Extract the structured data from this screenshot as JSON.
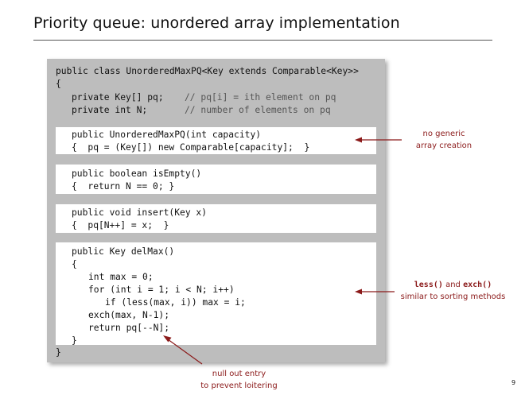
{
  "slide": {
    "title": "Priority queue:  unordered array implementation",
    "page_number": "9"
  },
  "code": {
    "class_decl": "public class UnorderedMaxPQ<Key extends Comparable<Key>>",
    "open_brace": "{",
    "field_pq": "private Key[] pq;",
    "field_pq_comment": "// pq[i] = ith element on pq",
    "field_n": "private int N;",
    "field_n_comment": "// number of elements on pq",
    "ctor_sig": "public UnorderedMaxPQ(int capacity)",
    "ctor_body": "{  pq = (Key[]) new Comparable[capacity];  }",
    "isempty_sig": "public boolean isEmpty()",
    "isempty_body": "{  return N == 0; }",
    "insert_sig": "public void insert(Key x)",
    "insert_body": "{  pq[N++] = x;  }",
    "delmax_sig": "public Key delMax()",
    "delmax_open": "{",
    "delmax_l1": "int max = 0;",
    "delmax_l2": "for (int i = 1; i < N; i++)",
    "delmax_l3": "if (less(max, i)) max = i;",
    "delmax_l4": "exch(max, N-1);",
    "delmax_l5": "return pq[--N];",
    "delmax_close": "}",
    "close_brace": "}"
  },
  "annotations": {
    "generic_line1": "no generic",
    "generic_line2": "array creation",
    "less_code": "less()",
    "and_word": "and",
    "exch_code": "exch()",
    "sorting_line": "similar to sorting methods",
    "loiter_line1": "null out entry",
    "loiter_line2": "to prevent loitering"
  },
  "colors": {
    "annotation": "#8b1a1a",
    "code_panel": "#bdbdbd"
  }
}
